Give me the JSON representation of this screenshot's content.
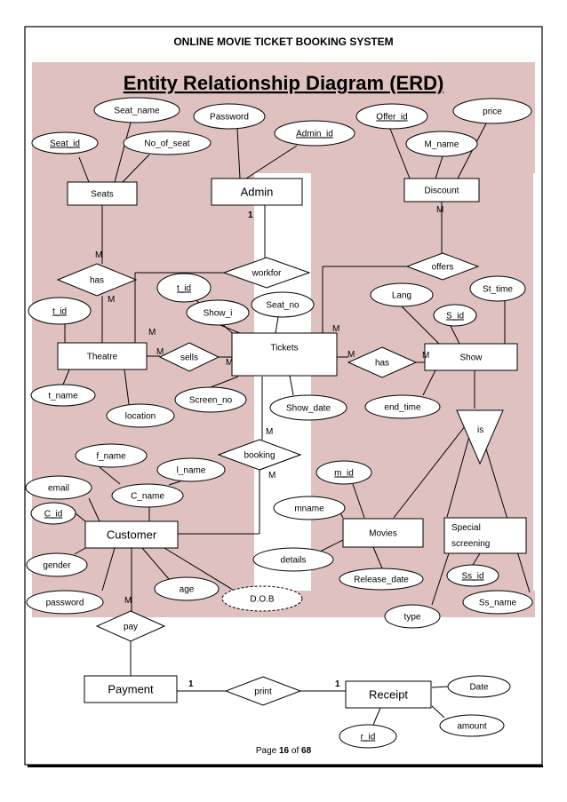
{
  "header": {
    "title": "ONLINE MOVIE TICKET BOOKING SYSTEM",
    "heading": "Entity Relationship Diagram (ERD)"
  },
  "footer": {
    "pre": "Page ",
    "page": "16",
    "mid": " of ",
    "total": "68"
  },
  "watermark": {
    "color": "#c99a95"
  },
  "nodes": {
    "seats": "Seats",
    "admin": "Admin",
    "discount": "Discount",
    "theatre": "Theatre",
    "tickets": "Tickets",
    "show": "Show",
    "customer": "Customer",
    "movies": "Movies",
    "special_1": "Special",
    "special_2": "screening",
    "payment": "Payment",
    "receipt": "Receipt",
    "workfor": "workfor",
    "offers": "offers",
    "has_seats": "has",
    "sells": "sells",
    "has_show": "has",
    "booking": "booking",
    "is": "is",
    "pay": "pay",
    "print": "print",
    "seat_name": "Seat_name",
    "seat_id": "Seat_id",
    "no_of_seat": "No_of_seat",
    "password_admin": "Password",
    "admin_id": "Admin_id",
    "offer_id": "Offer_id",
    "price": "price",
    "m_name": "M_name",
    "t_id_ticket": "t_id",
    "show_i": "Show_i",
    "seat_no": "Seat_no",
    "lang": "Lang",
    "st_time": "St_time",
    "s_id": "S_id",
    "t_id_theatre": "t_id",
    "t_name": "t_name",
    "location": "location",
    "screen_no": "Screen_no",
    "show_date": "Show_date",
    "end_time": "end_time",
    "f_name": "f_name",
    "l_name": "l_name",
    "email": "email",
    "c_name": "C_name",
    "c_id": "C_id",
    "m_id": "m_id",
    "mname": "mname",
    "details": "details",
    "release_date": "Release_date",
    "ss_id": "Ss_id",
    "ss_name": "Ss_name",
    "gender": "gender",
    "age": "age",
    "dob": "D.O.B",
    "password_cust": "password",
    "type": "type",
    "date": "Date",
    "amount": "amount",
    "r_id": "r_id"
  },
  "cardinalities": {
    "admin_workfor": "1",
    "discount_offers": "M",
    "seats_has": "M",
    "has_theatre": "M",
    "theatre_workfor": "M",
    "theatre_sells": "M",
    "sells_tickets": "M",
    "offers_tickets": "M",
    "tickets_has": "M",
    "has_show": "M",
    "tickets_booking": "M",
    "booking_customer": "M",
    "customer_pay": "M",
    "payment_print": "1",
    "print_receipt": "1"
  }
}
